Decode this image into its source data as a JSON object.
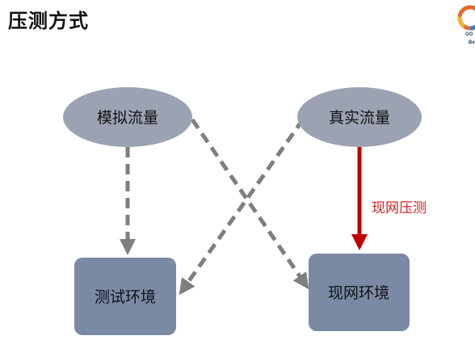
{
  "slide": {
    "title": "压测方式"
  },
  "logo": {
    "line1": "GO",
    "line2": "Be"
  },
  "diagram": {
    "nodes": {
      "simulated_traffic": "模拟流量",
      "real_traffic": "真实流量",
      "test_env": "测试环境",
      "prod_env": "现网环境"
    },
    "edge_label_prod_stress": "现网压测"
  },
  "colors": {
    "ellipse_fill": "#9ba3b3",
    "box_fill": "#7a8aa4",
    "dashed_arrow": "#7f7f7f",
    "solid_arrow": "#c00000",
    "edge_label": "#d01f1f"
  }
}
